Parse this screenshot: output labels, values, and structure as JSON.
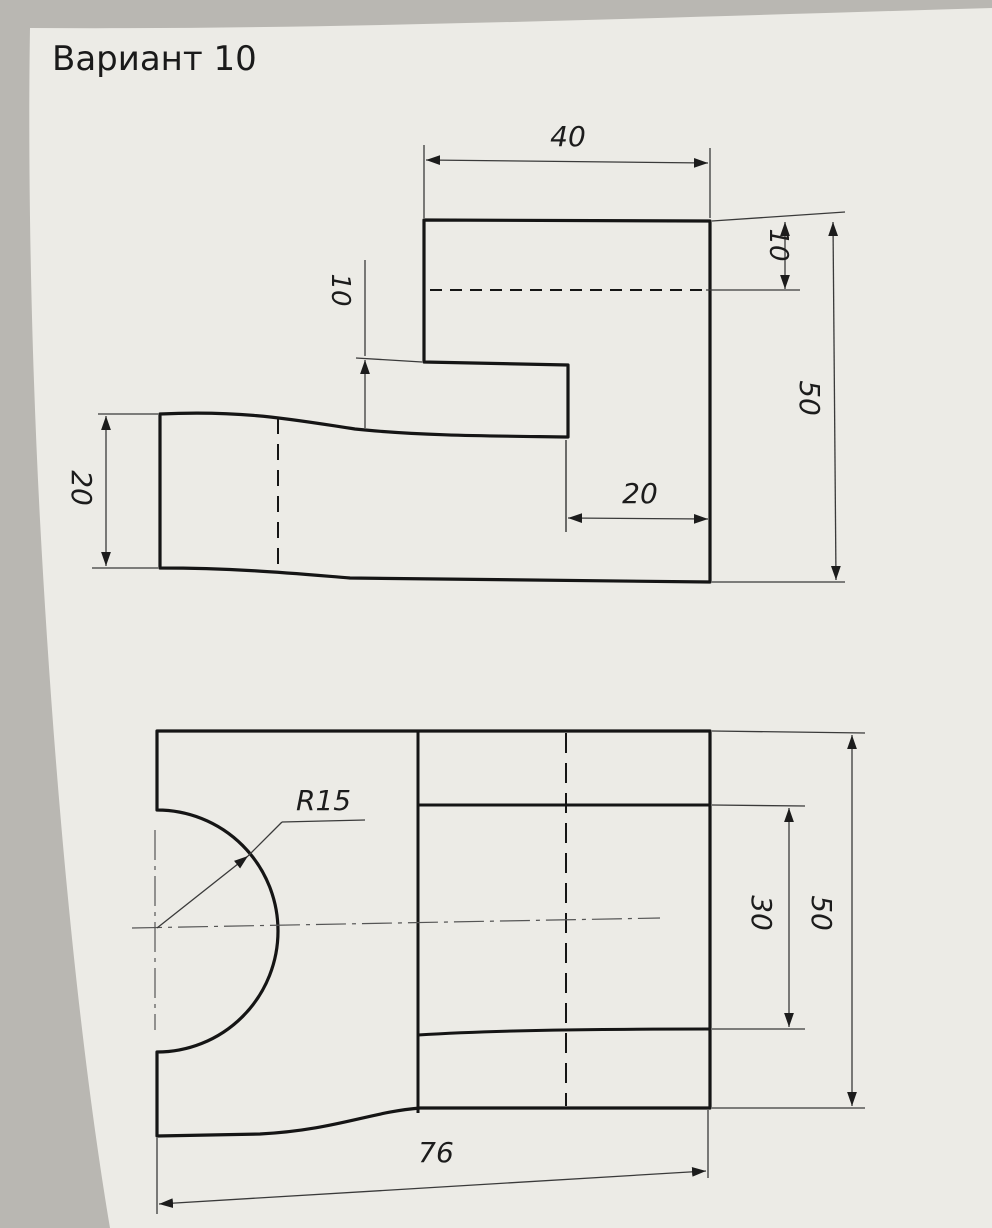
{
  "title": "Вариант 10",
  "front_view": {
    "dimensions": {
      "overall_width": "40",
      "top_slot_depth": "10",
      "step_height": "10",
      "overall_height": "50",
      "left_height": "20",
      "notch_width": "20"
    }
  },
  "top_view": {
    "dimensions": {
      "radius": "R15",
      "inner_width": "30",
      "overall_depth": "50",
      "overall_length": "76"
    }
  },
  "colors": {
    "paper": "#ecebe6",
    "background": "#b9b7b2",
    "line": "#151515",
    "thin_line": "#3a3a3a"
  }
}
